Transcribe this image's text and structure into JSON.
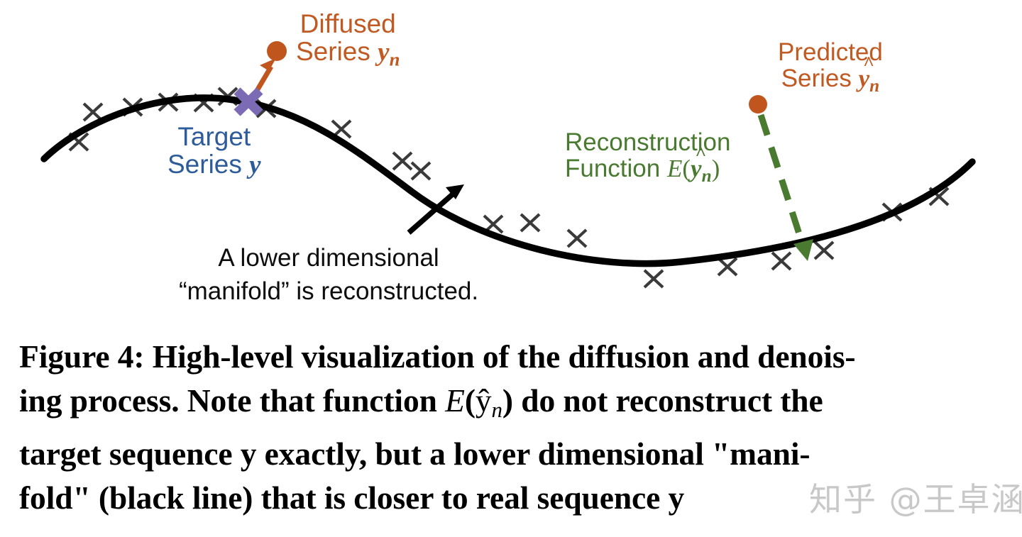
{
  "figure": {
    "title": "Figure 4 diffusion and denoising manifold diagram",
    "labels": {
      "diffused": {
        "line1": "Diffused",
        "line2_prefix": "Series ",
        "line2_var": "y",
        "line2_sub": "n",
        "color": "#C05A22"
      },
      "target": {
        "line1": "Target",
        "line2_prefix": "Series ",
        "line2_var": "y",
        "color": "#2E5C9A"
      },
      "reconstruction": {
        "line1": "Reconstruction",
        "line2_prefix": "Function ",
        "line2_E": "E",
        "line2_open": "(",
        "line2_var": "y",
        "line2_hat": "^",
        "line2_sub": "n",
        "line2_close": ")",
        "color": "#4A7A30"
      },
      "predicted": {
        "line1": "Predicted",
        "line2_prefix": "Series ",
        "line2_var": "y",
        "line2_hat": "^",
        "line2_sub": "n",
        "color": "#C05A22"
      },
      "manifold_note": {
        "line1": "A lower dimensional",
        "line2": "“manifold” is reconstructed.",
        "color": "#0d0d0d"
      }
    },
    "markers": {
      "target_cross_color": "#7B6BB5",
      "data_cross_color": "#3a3a3a",
      "curve_color": "#000000",
      "diffused_point_color": "#C0561E",
      "predicted_point_color": "#C0561E",
      "diffusion_arrow_color": "#C0561E",
      "denoise_arrow_color": "#4A7A30",
      "pointer_arrow_color": "#000000"
    }
  },
  "chart_data": {
    "type": "line",
    "title": "High-level visualization of the diffusion and denoising process",
    "xlabel": "",
    "ylabel": "",
    "grid": false,
    "legend": "none",
    "xlim": [
      0,
      1440
    ],
    "ylim": [
      0,
      460
    ],
    "series": [
      {
        "name": "manifold",
        "note": "black solid curve - reconstructed lower dimensional manifold",
        "x": [
          62,
          130,
          200,
          270,
          340,
          410,
          480,
          550,
          620,
          690,
          760,
          830,
          900,
          970,
          1040,
          1110,
          1180,
          1250,
          1320,
          1370
        ],
        "y": [
          224,
          186,
          161,
          145,
          141,
          150,
          167,
          190,
          218,
          249,
          281,
          311,
          338,
          357,
          368,
          369,
          356,
          330,
          292,
          262
        ]
      },
      {
        "name": "noisy_observations",
        "note": "small x markers scattered along the manifold",
        "points": [
          [
            110,
            200
          ],
          [
            130,
            157
          ],
          [
            186,
            150
          ],
          [
            236,
            143
          ],
          [
            286,
            144
          ],
          [
            320,
            135
          ],
          [
            374,
            152
          ],
          [
            480,
            181
          ],
          [
            566,
            226
          ],
          [
            592,
            240
          ],
          [
            694,
            315
          ],
          [
            746,
            313
          ],
          [
            812,
            335
          ],
          [
            920,
            392
          ],
          [
            1024,
            375
          ],
          [
            1100,
            367
          ],
          [
            1160,
            352
          ],
          [
            1256,
            298
          ],
          [
            1322,
            276
          ]
        ]
      }
    ],
    "annotations": [
      {
        "name": "target-series-cross",
        "x": 350,
        "y": 143,
        "label": "Target Series y",
        "color": "#7B6BB5"
      },
      {
        "name": "diffused-series-point",
        "x": 390,
        "y": 72,
        "label": "Diffused Series y_n",
        "color": "#C0561E"
      },
      {
        "name": "diffusion-arrow",
        "from": [
          352,
          146
        ],
        "to": [
          385,
          86
        ],
        "style": "solid-arrow",
        "color": "#C0561E"
      },
      {
        "name": "predicted-series-point",
        "x": 1068,
        "y": 147,
        "label": "Predicted Series y-hat_n",
        "color": "#C0561E"
      },
      {
        "name": "denoising-arrow",
        "from": [
          1072,
          160
        ],
        "to": [
          1135,
          362
        ],
        "style": "dashed-arrow",
        "color": "#4A7A30"
      },
      {
        "name": "manifold-pointer-arrow",
        "from": [
          576,
          328
        ],
        "to": [
          650,
          262
        ],
        "style": "solid-arrow",
        "color": "#000000"
      }
    ]
  },
  "caption": {
    "line1": "Figure 4: High-level visualization of the diffusion and denois-",
    "line2_a": "ing process. Note that function ",
    "line2_E": "E",
    "line2_open": "(",
    "line2_var": "ŷ",
    "line2_sub": "n",
    "line2_close": ")",
    "line2_b": " do not reconstruct the",
    "line3": "target sequence y exactly, but a lower dimensional \"mani-",
    "line4": "fold\" (black line) that is closer to real sequence y"
  },
  "watermark": {
    "text": "知乎 @王卓涵"
  }
}
